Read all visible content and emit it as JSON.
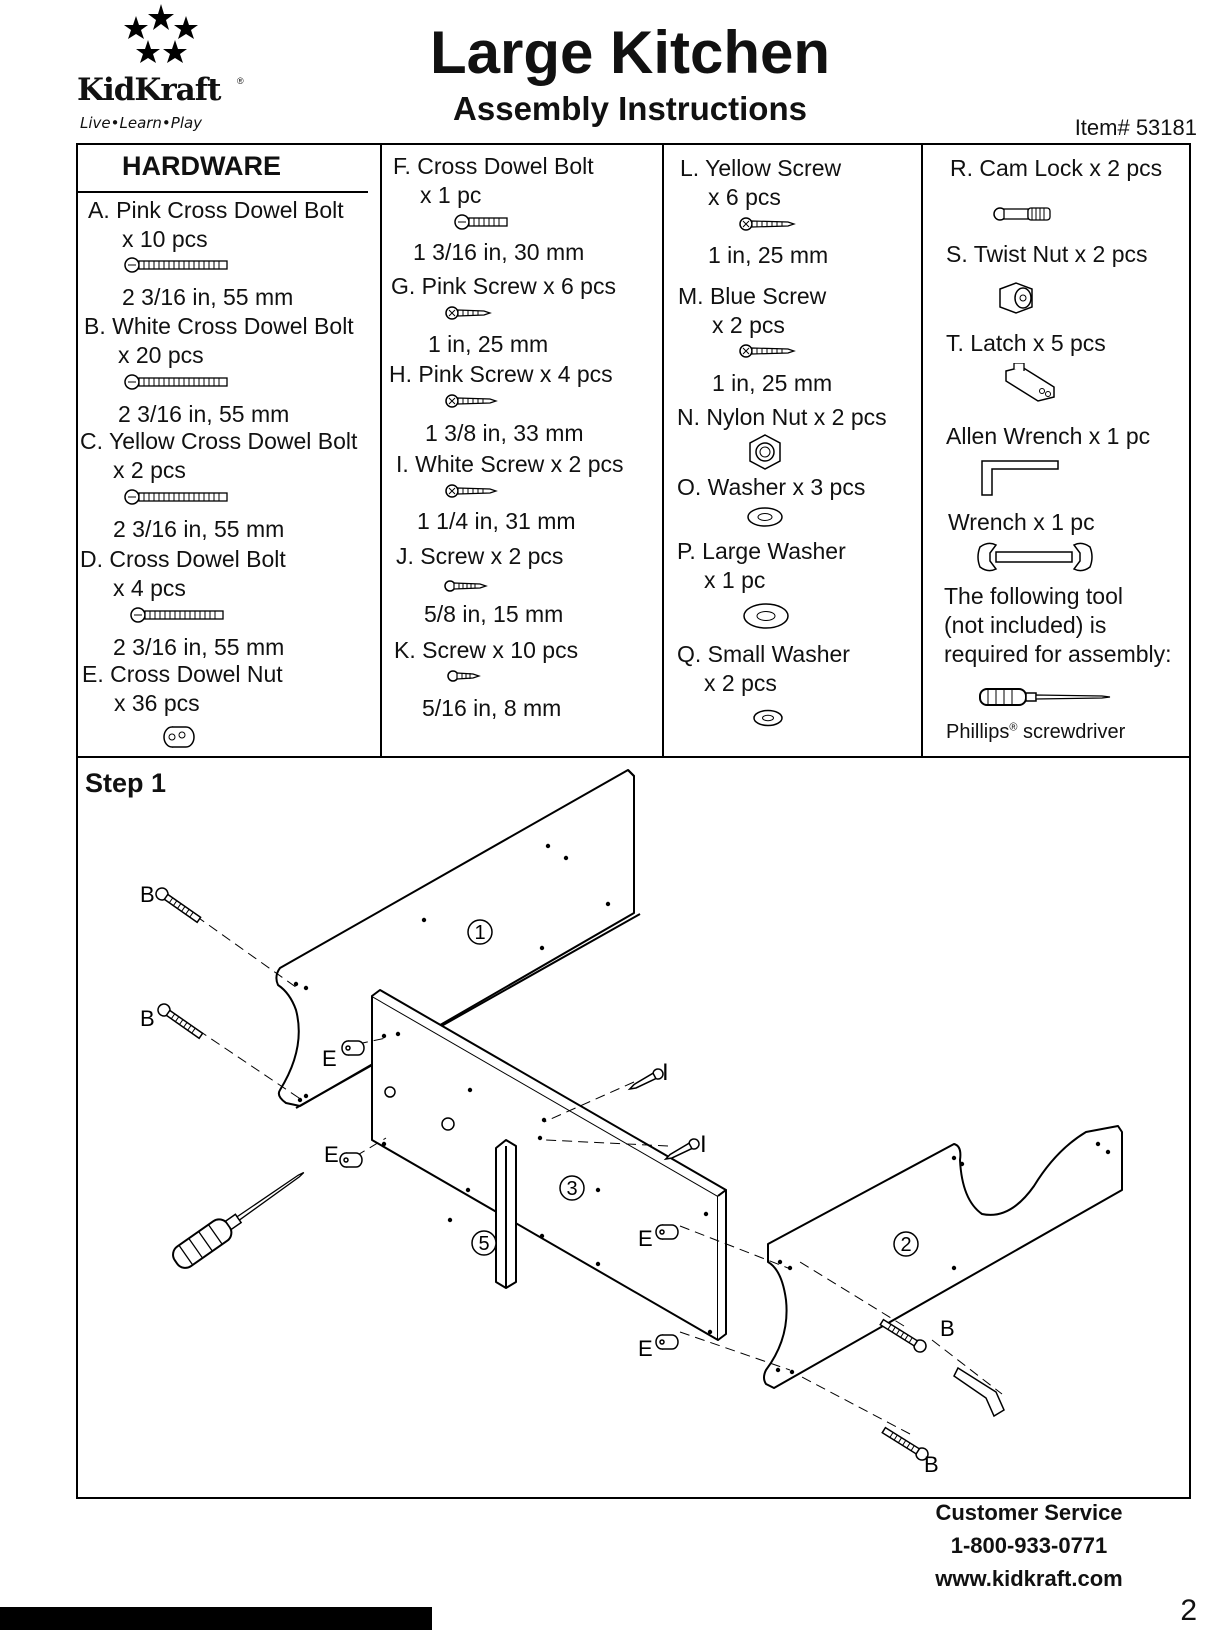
{
  "header": {
    "brand": "KidKraft",
    "tagline": "Live•Learn•Play",
    "registered_mark": "®",
    "title": "Large Kitchen",
    "subtitle": "Assembly Instructions",
    "item_number": "Item# 53181"
  },
  "hardware": {
    "heading": "HARDWARE",
    "col1": [
      {
        "name": "A. Pink Cross Dowel Bolt",
        "qty": "x 10 pcs",
        "size": "2 3/16 in, 55 mm"
      },
      {
        "name": "B. White Cross Dowel Bolt",
        "qty": "x 20 pcs",
        "size": "2 3/16 in, 55 mm"
      },
      {
        "name": "C. Yellow Cross Dowel Bolt",
        "qty": "x 2 pcs",
        "size": "2 3/16 in, 55 mm"
      },
      {
        "name": "D. Cross Dowel Bolt",
        "qty": "x 4 pcs",
        "size": "2 3/16 in, 55 mm"
      },
      {
        "name": "E. Cross Dowel Nut",
        "qty": "x 36 pcs"
      }
    ],
    "col2": [
      {
        "name": "F. Cross Dowel Bolt",
        "qty": "x 1 pc",
        "size": "1 3/16 in, 30 mm"
      },
      {
        "name": "G. Pink Screw x 6 pcs",
        "size": "1 in, 25 mm"
      },
      {
        "name": "H. Pink Screw x 4 pcs",
        "size": "1 3/8 in, 33 mm"
      },
      {
        "name": "I. White Screw x 2 pcs",
        "size": "1 1/4 in, 31 mm"
      },
      {
        "name": "J. Screw x 2 pcs",
        "size": "5/8 in, 15 mm"
      },
      {
        "name": "K. Screw x 10 pcs",
        "size": "5/16 in, 8 mm"
      }
    ],
    "col3": [
      {
        "name": "L. Yellow Screw",
        "qty": "x 6 pcs",
        "size": "1 in, 25 mm"
      },
      {
        "name": "M. Blue Screw",
        "qty": "x 2 pcs",
        "size": "1 in, 25 mm"
      },
      {
        "name": "N. Nylon Nut x 2 pcs"
      },
      {
        "name": "O. Washer x 3 pcs"
      },
      {
        "name": "P. Large Washer",
        "qty": "x 1 pc"
      },
      {
        "name": "Q. Small Washer",
        "qty": "x 2 pcs"
      }
    ],
    "col4": [
      {
        "name": "R. Cam Lock x 2 pcs"
      },
      {
        "name": "S. Twist Nut x 2 pcs"
      },
      {
        "name": "T. Latch x 5 pcs"
      },
      {
        "name": "Allen Wrench x 1 pc"
      },
      {
        "name": "Wrench x 1 pc"
      }
    ],
    "tool_note": [
      "The following tool",
      "(not included) is",
      "required for assembly:"
    ],
    "tool_name": "Phillips",
    "tool_suffix": " screwdriver"
  },
  "step": {
    "title": "Step 1",
    "labels": {
      "b": "B",
      "e": "E",
      "i": "I",
      "p1": "1",
      "p2": "2",
      "p3": "3",
      "p5": "5"
    }
  },
  "footer": {
    "cs_title": "Customer Service",
    "phone": "1-800-933-0771",
    "website": "www.kidkraft.com",
    "page_number": "2"
  }
}
